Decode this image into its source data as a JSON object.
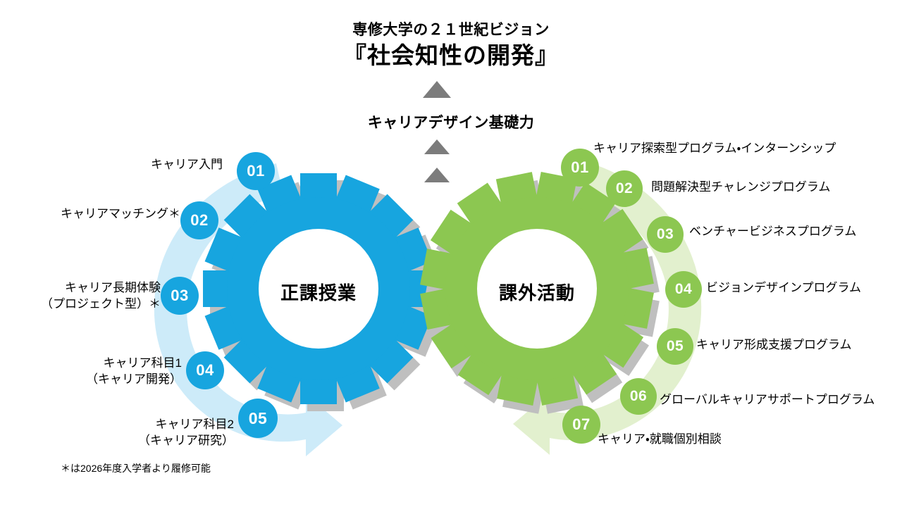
{
  "header": {
    "vision_sub": "専修大学の２１世紀ビジョン",
    "vision_main": "『社会知性の開発』",
    "career_base": "キャリアデザイン基礎力"
  },
  "gears": {
    "left": {
      "label": "正課授業",
      "color": "#17A5DF",
      "arc_color": "#CDEBF9"
    },
    "right": {
      "label": "課外活動",
      "color": "#8CC751",
      "arc_color": "#E2F0CE"
    }
  },
  "left_items": [
    {
      "num": "01",
      "text": "キャリア入門"
    },
    {
      "num": "02",
      "text": "キャリアマッチング＊"
    },
    {
      "num": "03",
      "text_line1": "キャリア長期体験",
      "text_line2": "（プロジェクト型）＊"
    },
    {
      "num": "04",
      "text_line1": "キャリア科目1",
      "text_line2": "（キャリア開発）"
    },
    {
      "num": "05",
      "text_line1": "キャリア科目2",
      "text_line2": "（キャリア研究）"
    }
  ],
  "right_items": [
    {
      "num": "01",
      "text": "キャリア探索型プログラム・インターンシップ"
    },
    {
      "num": "02",
      "text": "問題解決型チャレンジプログラム"
    },
    {
      "num": "03",
      "text": "ベンチャービジネスプログラム"
    },
    {
      "num": "04",
      "text": "ビジョンデザインプログラム"
    },
    {
      "num": "05",
      "text": "キャリア形成支援プログラム"
    },
    {
      "num": "06",
      "text": "グローバルキャリアサポートプログラム"
    },
    {
      "num": "07",
      "text": "キャリア・就職個別相談"
    }
  ],
  "footnote": "＊は2026年度入学者より履修可能"
}
